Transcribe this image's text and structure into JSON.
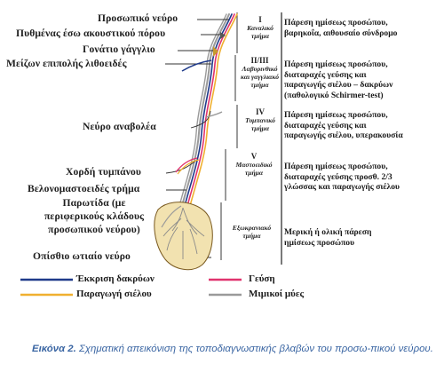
{
  "labels": {
    "prosopiko": "Προσωπικό νεύρο",
    "pythmenas": "Πυθμένας έσω ακουστικού πόρου",
    "gonatio": "Γονάτιο γάγγλιο",
    "meizon": "Μείζων επιπολής λιθοειδές",
    "anavolea": "Νεύρο αναβολέα",
    "chordi": "Χορδή τυμπάνου",
    "velono": "Βελονομαστοειδές τρήμα",
    "parotida": "Παρωτίδα (με περιφερικούς κλάδους προσωπικού νεύρου)",
    "opisthio": "Οπίσθιο ωτιαίο νεύρο"
  },
  "segments": [
    {
      "num": "I",
      "name": "Καναλικό τμήμα"
    },
    {
      "num": "II/III",
      "name": "Λαβυρινθικό και γαγγλιακό τμήμα"
    },
    {
      "num": "IV",
      "name": "Τυμπανικό τμήμα"
    },
    {
      "num": "V",
      "name": "Μαστοειδικό τμήμα"
    },
    {
      "num": "",
      "name": "Εξωκρανιακό τμήμα"
    }
  ],
  "symptoms": [
    [
      "Πάρεση ημίσεως προσώπου,",
      "βαρηκοΐα, αιθουσαίο σύνδρομο"
    ],
    [
      "Πάρεση ημίσεως προσώπου,",
      "διαταραχές γεύσης και",
      "παραγωγής σιέλου – δακρύων",
      "(παθολογικό Schirmer-test)"
    ],
    [
      "Πάρεση ημίσεως προσώπου,",
      "διαταραχές γεύσης και",
      "παραγωγής σιέλου, υπερακουσία"
    ],
    [
      "Πάρεση ημίσεως προσώπου,",
      "διαταραχές γεύσης προσθ. 2/3",
      "γλώσσας και παραγωγής σιέλου"
    ],
    [
      "Μερική ή ολική πάρεση",
      "ημίσεως προσώπου"
    ]
  ],
  "legend": {
    "dakrya": "Έκκριση δακρύων",
    "geusi": "Γεύση",
    "sielos": "Παραγωγή σιέλου",
    "mimikoi": "Μιμικοί μύες"
  },
  "colors": {
    "dakrya": "#1f3a8a",
    "geusi": "#e0336e",
    "sielos": "#f0b030",
    "mimikoi": "#9a9a9a",
    "caption": "#3b66a3",
    "parotid_fill": "#f2e2b0"
  },
  "caption": {
    "prefix": "Εικόνα 2.",
    "text": "Σχηματική απεικόνιση της τοποδιαγνωστικής βλαβών του προσω-πικού νεύρου."
  }
}
